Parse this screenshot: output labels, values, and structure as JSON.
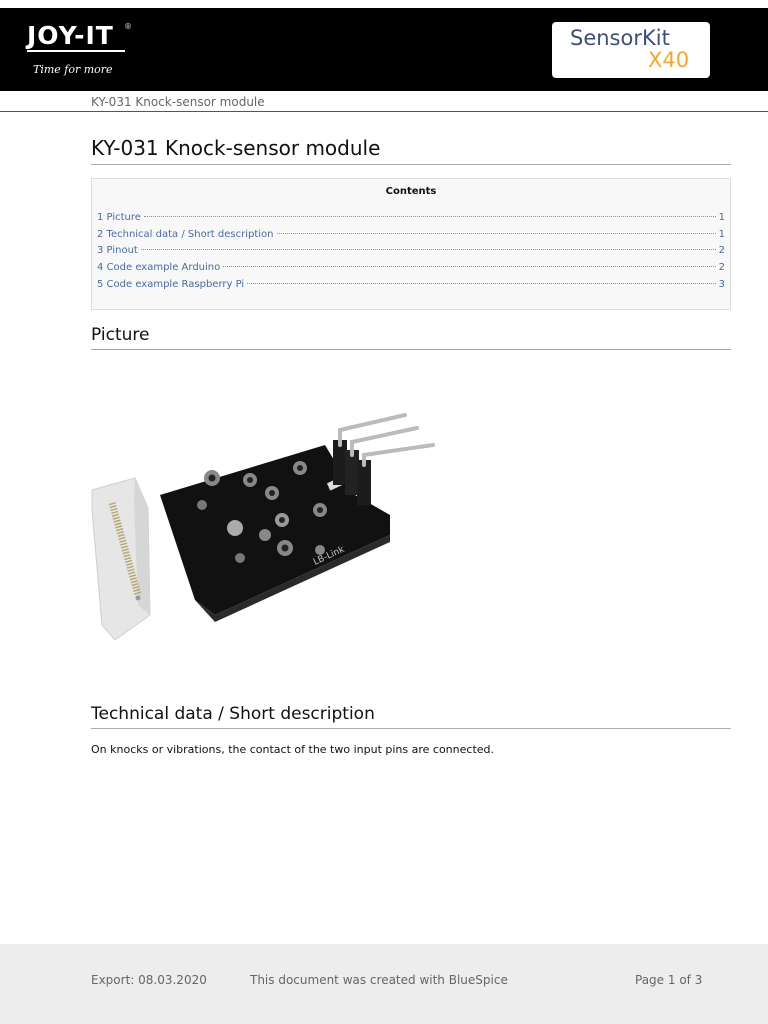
{
  "header": {
    "logo": {
      "word": "JOY-IT",
      "registered": "®",
      "tagline": "Time for more"
    },
    "brand": {
      "name": "SensorKit",
      "model": "X40",
      "name_color": "#3b4f78",
      "model_color": "#f0a830"
    }
  },
  "running_title": "KY-031 Knock-sensor module",
  "page_title": "KY-031 Knock-sensor module",
  "toc": {
    "title": "Contents",
    "items": [
      {
        "label": "1 Picture",
        "page": "1"
      },
      {
        "label": "2 Technical data / Short description",
        "page": "1"
      },
      {
        "label": "3 Pinout",
        "page": "2"
      },
      {
        "label": "4 Code example Arduino",
        "page": "2"
      },
      {
        "label": "5 Code example Raspberry Pi",
        "page": "3"
      }
    ]
  },
  "sections": {
    "picture": {
      "heading": "Picture",
      "image_alt": "KY-031 knock sensor module photo",
      "board_label": "LB-Link"
    },
    "technical": {
      "heading": "Technical data / Short description",
      "body": "On knocks or vibrations, the contact of the two input pins are connected."
    }
  },
  "footer": {
    "export": "Export: 08.03.2020",
    "created_with": "This document was created with BlueSpice",
    "page_info": "Page 1 of 3"
  }
}
